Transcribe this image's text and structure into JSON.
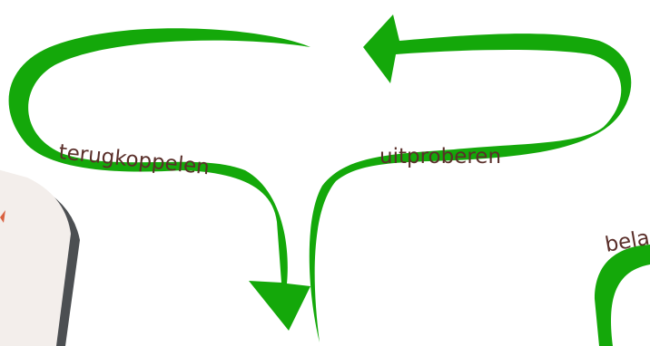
{
  "colors": {
    "branch": "#14a80a",
    "label": "#5a2f2a",
    "card_fill": "#f3eeeb",
    "card_shadow": "#4c4f52",
    "card_accent": "#d9603f"
  },
  "labels": {
    "left_branch": "terugkoppelen",
    "right_branch": "uitproberen",
    "cut_off_right": "bela"
  }
}
